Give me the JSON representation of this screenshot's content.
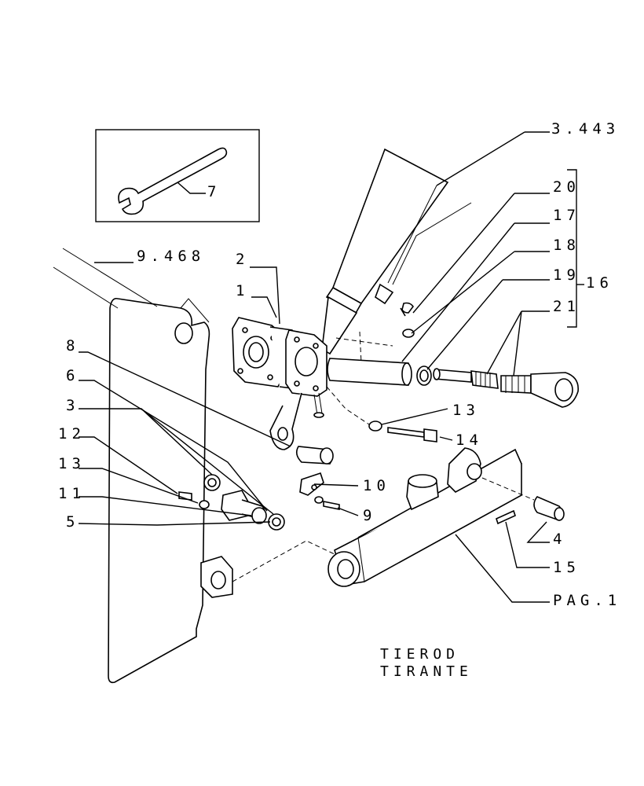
{
  "labels": {
    "l1": "1",
    "l2": "2",
    "l3": "3",
    "l4": "4",
    "l5": "5",
    "l6": "6",
    "l7": "7",
    "l8": "8",
    "l9": "9",
    "l10": "10",
    "l11": "11",
    "l12": "12",
    "l13a": "13",
    "l13b": "13",
    "l14": "14",
    "l15": "15",
    "l16": "16",
    "l17": "17",
    "l18": "18",
    "l19": "19",
    "l20": "20",
    "l21": "21",
    "ref_3443": "3.443",
    "ref_9468": "9.468",
    "ref_pag1": "PAG.1"
  },
  "caption": {
    "line1": "TIEROD",
    "line2": "TIRANTE"
  }
}
